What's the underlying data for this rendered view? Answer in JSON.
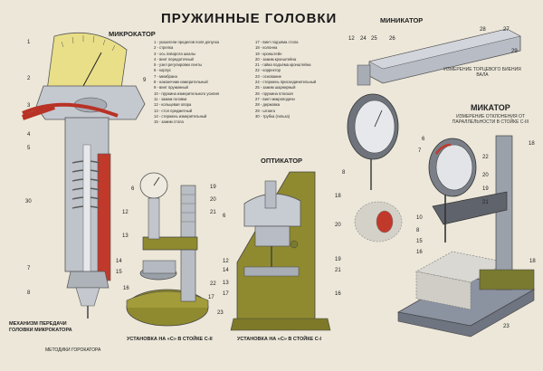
{
  "title": "ПРУЖИННЫЕ ГОЛОВКИ",
  "sections": {
    "microcator": "МИКРОКАТОР",
    "minicator": "МИНИКАТОР",
    "opticator": "ОПТИКАТОР",
    "mikator": "МИКАТОР"
  },
  "subtitles": {
    "minicator_note": "ИЗМЕРЕНИЕ ТОРЦЕВОГО БИЕНИЯ ВАЛА",
    "mikator_note": "ИЗМЕРЕНИЕ ОТКЛОНЕНИЯ ОТ ПАРАЛЛЕЛЬНОСТИ В СТОЙКЕ С-III"
  },
  "legend_left": [
    "1 - указатели пределов поля допуска",
    "2 - стрелка",
    "3 - ось поворота шкалы",
    "4 - винт передаточный",
    "5 - узел регулировки ленты",
    "6 - корпус",
    "7 - мембрана",
    "8 - наконечник измерительный",
    "9 - винт пружинный",
    "10 - пружина измерительного усилия",
    "11 - зажим головки",
    "12 - кольцевая опора",
    "13 - стол предметный",
    "14 - стержень измерительный",
    "15 - зажим стола"
  ],
  "legend_right": [
    "17 - винт подъёма стола",
    "18 - колонна",
    "19 - кронштейн",
    "20 - зажим кронштейна",
    "21 - гайка подъёма кронштейна",
    "22 - корректор",
    "23 - основание",
    "24 - стержень присоединительный",
    "25 - зажим шарнирный",
    "26 - пружина плоская",
    "27 - винт микроподачи",
    "28 - державка",
    "29 - штанга",
    "30 - трубка (гильза)"
  ],
  "captions": {
    "mechanism": "МЕХАНИЗМ ПЕРЕДАЧИ ГОЛОВКИ МИКРОКАТОРА",
    "section": "МЕТОДИКИ ГОРОКАТОРА",
    "setup_c2": "УСТАНОВКА НА «С» В СТОЙКЕ С-II",
    "setup_c1": "УСТАНОВКА НА «С» В СТОЙКЕ С-I"
  },
  "colors": {
    "background": "#ece7d9",
    "olive": "#8f8a2f",
    "metal": "#b8bcc4",
    "red": "#c0392b",
    "yellow": "#eae08a"
  }
}
